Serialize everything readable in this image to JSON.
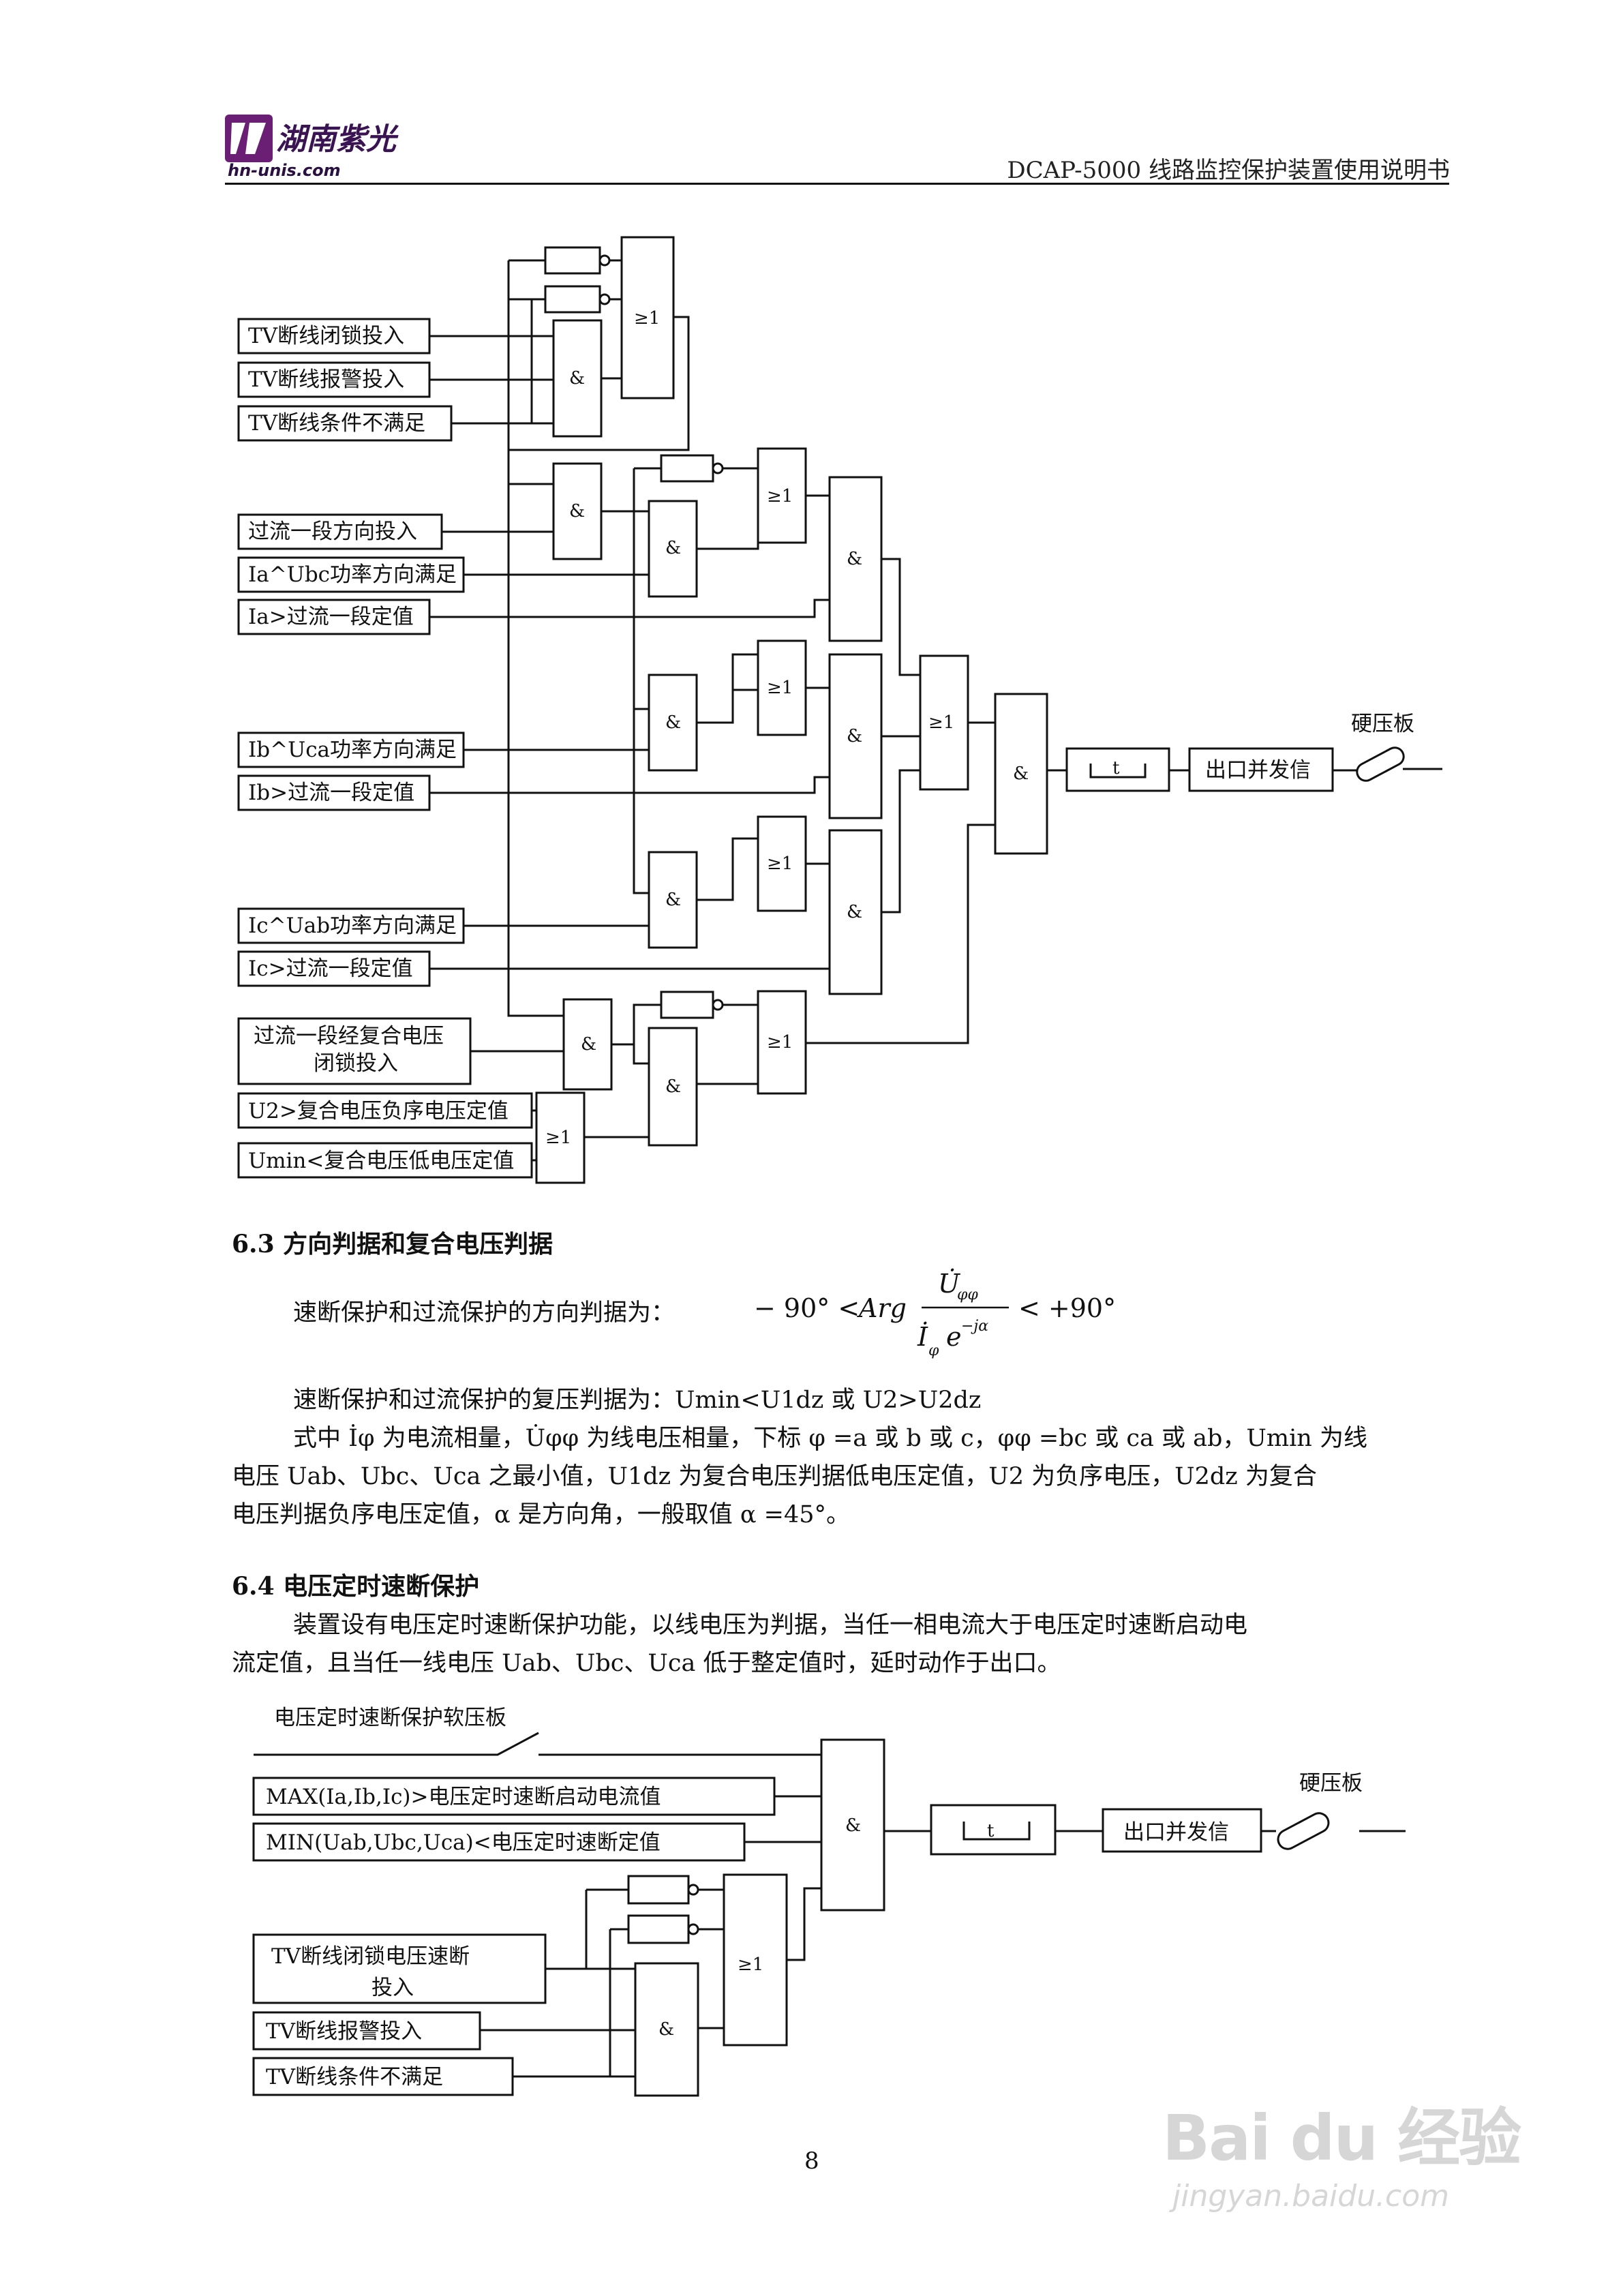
{
  "header": {
    "logo_name": "湖南紫光",
    "logo_url": "hn-unis.com",
    "doc_title": "DCAP-5000 线路监控保护装置使用说明书"
  },
  "diagram1": {
    "inputs": [
      "TV断线闭锁投入",
      "TV断线报警投入",
      "TV断线条件不满足",
      "过流一段方向投入",
      "Ia^Ubc功率方向满足",
      "Ia>过流一段定值",
      "Ib^Uca功率方向满足",
      "Ib>过流一段定值",
      "Ic^Uab功率方向满足",
      "Ic>过流一段定值",
      "过流一段经复合电压",
      "闭锁投入",
      "U2>复合电压负序电压定值",
      "Umin<复合电压低电压定值"
    ],
    "gate_and": "&",
    "gate_or": "≥1",
    "timer": "t",
    "output": "出口并发信",
    "hard_plate": "硬压板"
  },
  "section63": {
    "heading": "6.3 方向判据和复合电压判据",
    "formula_prefix": "速断保护和过流保护的方向判据为：",
    "formula": "−90° < Arg U̇φφ / İφ e^(−jα) < +90°",
    "line2": "速断保护和过流保护的复压判据为：Umin<U1dz 或 U2>U2dz",
    "line3": "式中 İφ 为电流相量，U̇φφ 为线电压相量，下标 φ =a 或 b 或 c，φφ =bc 或 ca 或 ab，Umin 为线",
    "line4": "电压 Uab、Ubc、Uca 之最小值，U1dz 为复合电压判据低电压定值，U2 为负序电压，U2dz 为复合",
    "line5": "电压判据负序电压定值，α 是方向角，一般取值 α =45°。"
  },
  "section64": {
    "heading": "6.4 电压定时速断保护",
    "line1": "装置设有电压定时速断保护功能，以线电压为判据，当任一相电流大于电压定时速断启动电",
    "line2": "流定值，且当任一线电压 Uab、Ubc、Uca 低于整定值时，延时动作于出口。"
  },
  "diagram2": {
    "soft_plate": "电压定时速断保护软压板",
    "inputs": [
      "MAX(Ia,Ib,Ic)>电压定时速断启动电流值",
      "MIN(Uab,Ubc,Uca)<电压定时速断定值",
      "TV断线闭锁电压速断",
      "投入",
      "TV断线报警投入",
      "TV断线条件不满足"
    ],
    "gate_and": "&",
    "gate_or": "≥1",
    "timer": "t",
    "output": "出口并发信",
    "hard_plate": "硬压板"
  },
  "footer": {
    "page_number": "8",
    "watermark": "Bai du 经验",
    "watermark_url": "jingyan.baidu.com"
  }
}
